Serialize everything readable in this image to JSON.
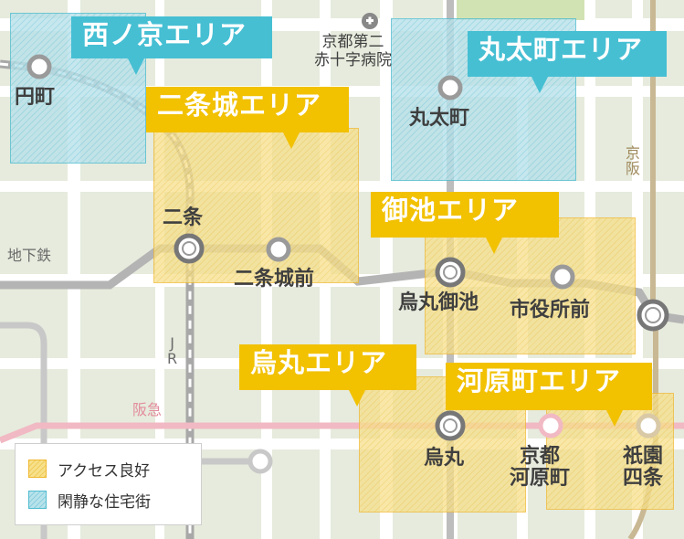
{
  "colors": {
    "background": "#e6ebdd",
    "road": "#ffffff",
    "subway": "#b4b4b4",
    "jr": "#aaaaaa",
    "hankyu": "#f1b9c3",
    "keihan": "#c9b894",
    "good_access": "#f2c100",
    "quiet_residential": "#46bfd3"
  },
  "areas": [
    {
      "id": "nishinokyo",
      "label": "西ノ京エリア",
      "category": "quiet_residential"
    },
    {
      "id": "marutamachi",
      "label": "丸太町エリア",
      "category": "quiet_residential"
    },
    {
      "id": "nijojo",
      "label": "二条城エリア",
      "category": "good_access"
    },
    {
      "id": "oike",
      "label": "御池エリア",
      "category": "good_access"
    },
    {
      "id": "karasuma",
      "label": "烏丸エリア",
      "category": "good_access"
    },
    {
      "id": "kawaramachi",
      "label": "河原町エリア",
      "category": "good_access"
    }
  ],
  "stations": [
    {
      "id": "emmachi",
      "label": "円町"
    },
    {
      "id": "marutamachi",
      "label": "丸太町"
    },
    {
      "id": "nijo",
      "label": "二条"
    },
    {
      "id": "nijojomae",
      "label": "二条城前"
    },
    {
      "id": "karasumaoike",
      "label": "烏丸御池"
    },
    {
      "id": "shiyakushomae",
      "label": "市役所前"
    },
    {
      "id": "karasuma",
      "label": "烏丸"
    },
    {
      "id": "kyoto_kawaramachi",
      "label": "京都\n河原町"
    },
    {
      "id": "gion_shijo",
      "label": "祇園\n四条"
    }
  ],
  "lines": {
    "subway": "地下鉄",
    "jr": "J\nR",
    "hankyu": "阪急",
    "keihan": "京\n阪"
  },
  "landmarks": {
    "hospital": "京都第二\n赤十字病院",
    "hospital_icon": "hospital-cross-icon"
  },
  "legend": {
    "good_access": "アクセス良好",
    "quiet_residential": "閑静な住宅街"
  }
}
